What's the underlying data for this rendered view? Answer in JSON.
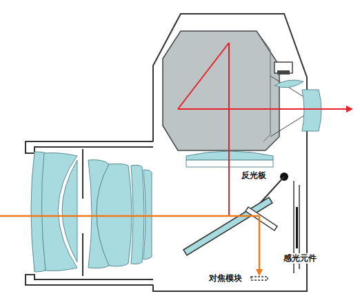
{
  "diagram": {
    "labels": [
      "反光板",
      "感光元件",
      "对焦模块"
    ]
  }
}
